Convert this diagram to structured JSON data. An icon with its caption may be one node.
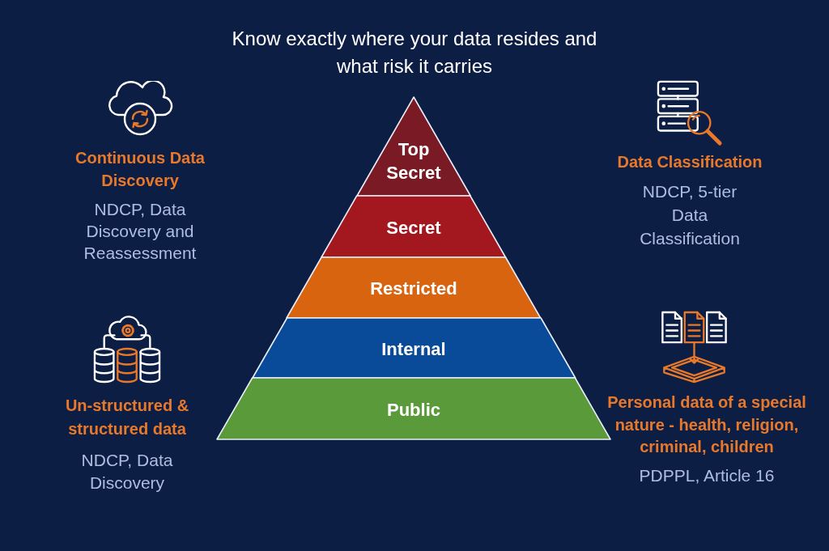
{
  "diagram": {
    "title": "Know exactly where your data resides and what risk it carries",
    "nodes": [
      {
        "text": [
          "Top Secret"
        ]
      },
      {
        "text": [
          "Secret"
        ]
      },
      {
        "text": [
          "Restricted"
        ]
      },
      {
        "text": [
          "Internal"
        ]
      },
      {
        "text": [
          "Public"
        ]
      }
    ],
    "labels": [
      "Continuous Data Discovery",
      "NDCP, Data Discovery and Reassessment",
      "Data Classification",
      "NDCP, 5-tier Data Classification",
      "Un-structured & structured data",
      "NDCP, Data Discovery",
      "Personal data of a special nature - health, religion, criminal, children",
      "PDPPL, Article 16"
    ]
  }
}
